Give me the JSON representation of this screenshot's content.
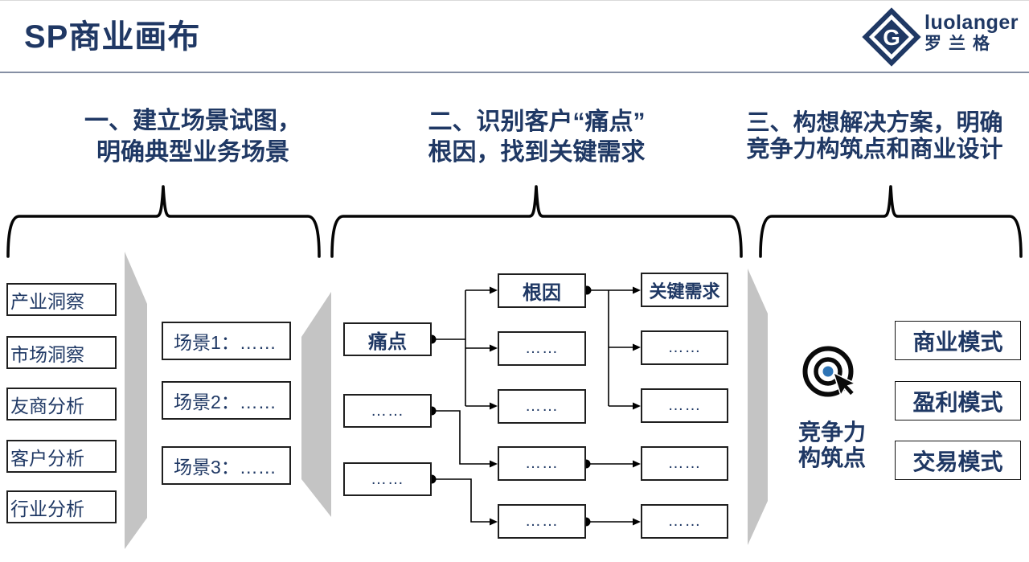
{
  "slide": {
    "title": "SP商业画布"
  },
  "logo": {
    "brand": "luolanger",
    "brand_cn": "罗兰格",
    "monogram": "G"
  },
  "sections": [
    {
      "line1": "一、建立场景试图，",
      "line2": "明确典型业务场景"
    },
    {
      "line1": "二、识别客户“痛点”",
      "line2": "根因，找到关键需求"
    },
    {
      "line1": "三、构想解决方案，明确",
      "line2": "竞争力构筑点和商业设计"
    }
  ],
  "insight_boxes": [
    "产业洞察",
    "市场洞察",
    "友商分析",
    "客户分析",
    "行业分析"
  ],
  "scenario_boxes": [
    "场景1：……",
    "场景2：……",
    "场景3：……"
  ],
  "pain_boxes": [
    "痛点",
    "……",
    "……"
  ],
  "root_boxes": [
    "根因",
    "……",
    "……",
    "……",
    "……"
  ],
  "need_boxes": [
    "关键需求",
    "……",
    "……",
    "……",
    "……"
  ],
  "competitiveness": {
    "line1": "竞争力",
    "line2": "构筑点"
  },
  "model_boxes": [
    "商业模式",
    "盈利模式",
    "交易模式"
  ],
  "colors": {
    "navy_text": "#1F3864",
    "box_border": "#1F1F1F",
    "gray_funnel": "#C4C4C4",
    "target_center_blue": "#2E74B5",
    "line_black": "#000000"
  }
}
